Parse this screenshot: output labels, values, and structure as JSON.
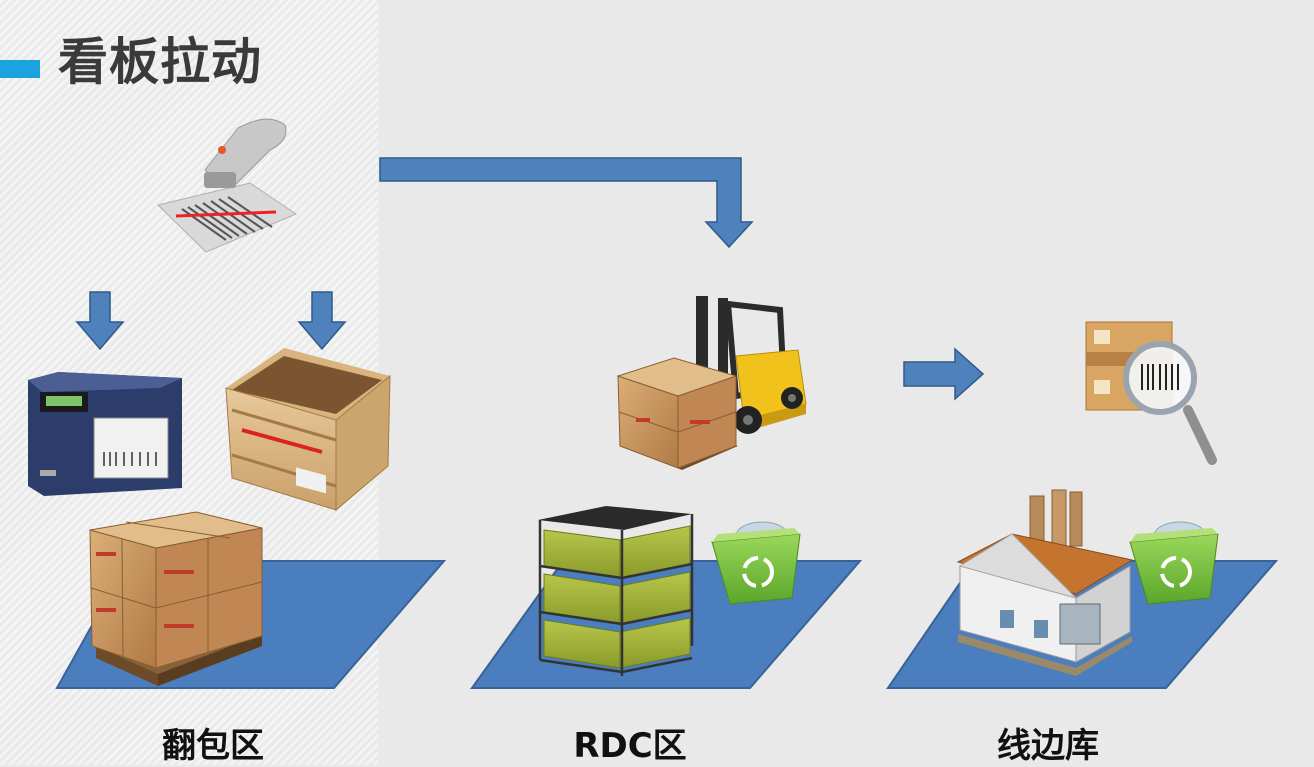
{
  "title": "看板拉动",
  "zones": [
    {
      "label": "翻包区"
    },
    {
      "label": "RDC区"
    },
    {
      "label": "线边库"
    }
  ],
  "colors": {
    "accent": "#1aa3df",
    "arrow": "#4f81bd",
    "platform": "#4a7ebf",
    "box": "#c8925a",
    "forklift": "#f2c21c",
    "bin": "#7cc242"
  },
  "icons": [
    "barcode-scanner-icon",
    "label-printer-icon",
    "wooden-crate-icon",
    "pallet-boxes-icon",
    "forklift-icon",
    "storage-rack-icon",
    "recycle-bin-icon",
    "barcode-magnifier-icon",
    "warehouse-building-icon"
  ]
}
